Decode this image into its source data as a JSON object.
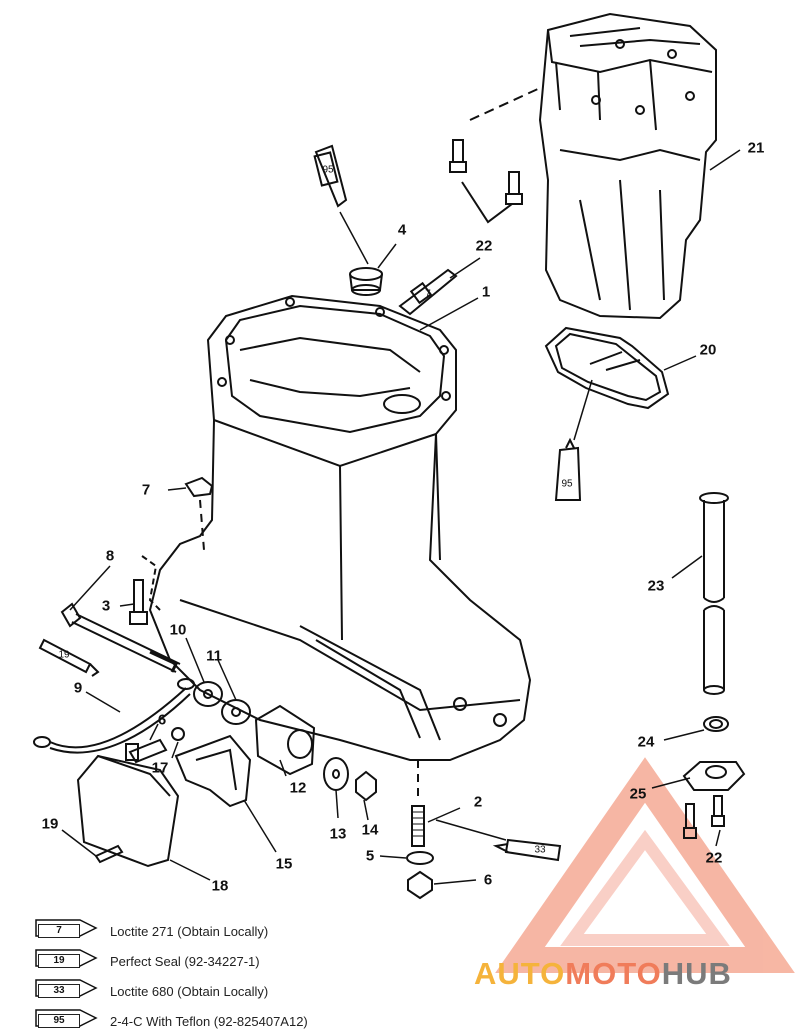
{
  "callouts": [
    {
      "id": "1",
      "text": "1"
    },
    {
      "id": "2",
      "text": "2"
    },
    {
      "id": "3",
      "text": "3"
    },
    {
      "id": "4",
      "text": "4"
    },
    {
      "id": "5",
      "text": "5"
    },
    {
      "id": "6a",
      "text": "6"
    },
    {
      "id": "6b",
      "text": "6"
    },
    {
      "id": "7",
      "text": "7"
    },
    {
      "id": "8",
      "text": "8"
    },
    {
      "id": "9",
      "text": "9"
    },
    {
      "id": "10",
      "text": "10"
    },
    {
      "id": "11",
      "text": "11"
    },
    {
      "id": "12",
      "text": "12"
    },
    {
      "id": "13",
      "text": "13"
    },
    {
      "id": "14",
      "text": "14"
    },
    {
      "id": "15",
      "text": "15"
    },
    {
      "id": "17",
      "text": "17"
    },
    {
      "id": "18",
      "text": "18"
    },
    {
      "id": "19",
      "text": "19"
    },
    {
      "id": "20",
      "text": "20"
    },
    {
      "id": "21",
      "text": "21"
    },
    {
      "id": "22a",
      "text": "22"
    },
    {
      "id": "22b",
      "text": "22"
    },
    {
      "id": "23",
      "text": "23"
    },
    {
      "id": "24",
      "text": "24"
    },
    {
      "id": "25",
      "text": "25"
    }
  ],
  "tubes": {
    "t95a": "95",
    "t7": "7",
    "t95b": "95",
    "t19": "19",
    "t33": "33"
  },
  "legend": [
    {
      "num": "7",
      "text": "Loctite 271 (Obtain Locally)"
    },
    {
      "num": "19",
      "text": "Perfect Seal (92-34227-1)"
    },
    {
      "num": "33",
      "text": "Loctite 680 (Obtain Locally)"
    },
    {
      "num": "95",
      "text": "2-4-C  With Teflon (92-825407A12)"
    }
  ],
  "watermark": {
    "part1": "AUTO",
    "part2": "MOTO",
    "part3": "HUB",
    "colors": {
      "yellow": "#f5b33b",
      "red": "#f07c5a",
      "grey": "#7b7b7b"
    }
  }
}
